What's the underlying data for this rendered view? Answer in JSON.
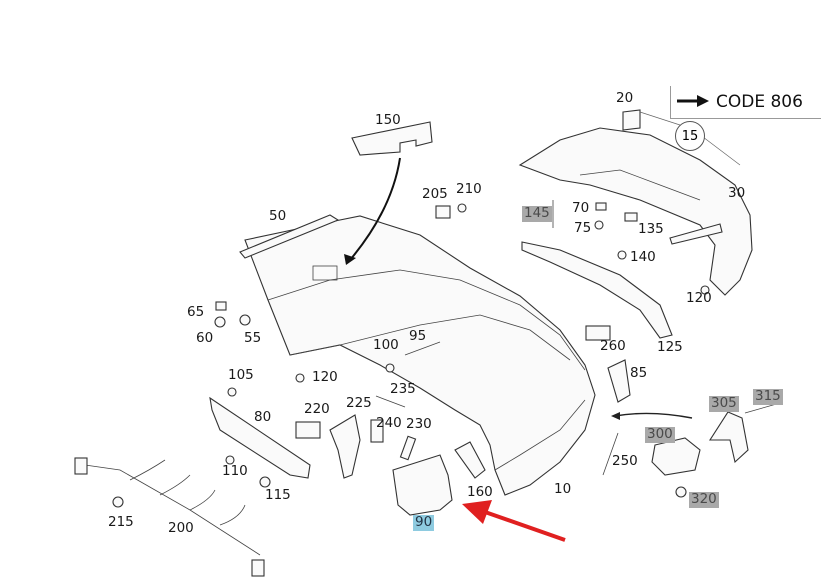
{
  "diagram": {
    "title_code": "CODE 806",
    "circle_ref": "15",
    "arrow_color": "#e02020",
    "highlight_gray": "#a9a9a9",
    "highlight_blue": "#8ecbe0",
    "labels": [
      {
        "id": "20",
        "text": "20"
      },
      {
        "id": "30",
        "text": "30"
      },
      {
        "id": "150",
        "text": "150"
      },
      {
        "id": "205",
        "text": "205"
      },
      {
        "id": "210",
        "text": "210"
      },
      {
        "id": "50",
        "text": "50"
      },
      {
        "id": "145",
        "text": "145",
        "highlight": "gray"
      },
      {
        "id": "70",
        "text": "70"
      },
      {
        "id": "75",
        "text": "75"
      },
      {
        "id": "135",
        "text": "135"
      },
      {
        "id": "140",
        "text": "140"
      },
      {
        "id": "120a",
        "text": "120"
      },
      {
        "id": "65",
        "text": "65"
      },
      {
        "id": "60",
        "text": "60"
      },
      {
        "id": "55",
        "text": "55"
      },
      {
        "id": "100",
        "text": "100"
      },
      {
        "id": "95",
        "text": "95"
      },
      {
        "id": "260",
        "text": "260"
      },
      {
        "id": "125",
        "text": "125"
      },
      {
        "id": "105",
        "text": "105"
      },
      {
        "id": "120b",
        "text": "120"
      },
      {
        "id": "235",
        "text": "235"
      },
      {
        "id": "85",
        "text": "85"
      },
      {
        "id": "80",
        "text": "80"
      },
      {
        "id": "220",
        "text": "220"
      },
      {
        "id": "225",
        "text": "225"
      },
      {
        "id": "240",
        "text": "240"
      },
      {
        "id": "230",
        "text": "230"
      },
      {
        "id": "305",
        "text": "305",
        "highlight": "gray"
      },
      {
        "id": "315",
        "text": "315",
        "highlight": "gray"
      },
      {
        "id": "300",
        "text": "300",
        "highlight": "gray"
      },
      {
        "id": "250",
        "text": "250"
      },
      {
        "id": "110",
        "text": "110"
      },
      {
        "id": "115",
        "text": "115"
      },
      {
        "id": "160",
        "text": "160"
      },
      {
        "id": "10",
        "text": "10"
      },
      {
        "id": "320",
        "text": "320",
        "highlight": "gray"
      },
      {
        "id": "215",
        "text": "215"
      },
      {
        "id": "200",
        "text": "200"
      },
      {
        "id": "90",
        "text": "90",
        "highlight": "blue"
      }
    ]
  }
}
